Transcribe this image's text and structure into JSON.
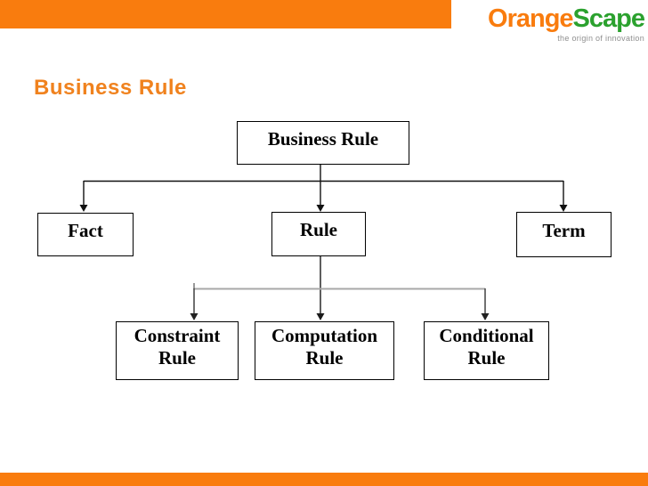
{
  "brand": {
    "logo_text_orange": "Orange",
    "logo_text_green": "Scape",
    "tagline": "the origin of innovation",
    "color_orange": "#F97C0E",
    "color_green": "#2BA12E"
  },
  "slide": {
    "title": "Business Rule",
    "title_color": "#F0821E"
  },
  "diagram": {
    "type": "hierarchy-tree",
    "root": {
      "label": "Business Rule",
      "children": [
        {
          "label": "Fact",
          "children": []
        },
        {
          "label": "Rule",
          "children": [
            {
              "label": "Constraint Rule"
            },
            {
              "label": "Computation Rule"
            },
            {
              "label": "Conditional Rule"
            }
          ]
        },
        {
          "label": "Term",
          "children": []
        }
      ]
    }
  }
}
